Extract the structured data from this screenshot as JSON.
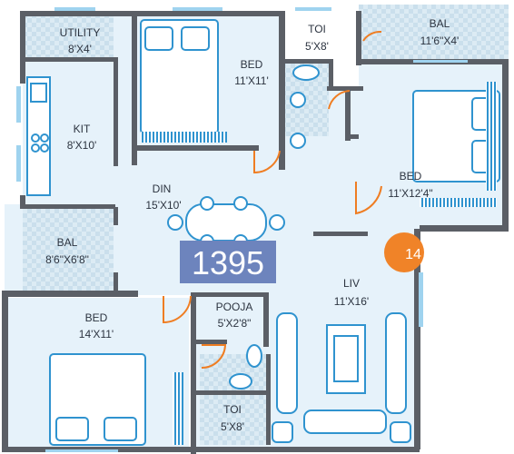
{
  "colors": {
    "wall": "#5b5f66",
    "floor": "#e6f2fa",
    "balcony": "#dbe9f2",
    "door_swing": "#ef7d22",
    "furniture": "#2f93cf",
    "unit_badge": "#6d84bd",
    "unit_badge_text": "#ffffff",
    "marker": "#f08328"
  },
  "plan": {
    "unit_area": "1395",
    "marker_number": "14",
    "rooms": {
      "utility": {
        "name": "UTILITY",
        "size": "8'X4'"
      },
      "bed1": {
        "name": "BED",
        "size": "11'X11'"
      },
      "toi_top": {
        "name": "TOI",
        "size": "5'X8'"
      },
      "bal_top": {
        "name": "BAL",
        "size": "11'6\"X4'"
      },
      "kit": {
        "name": "KIT",
        "size": "8'X10'"
      },
      "bed2": {
        "name": "BED",
        "size": "11'X12'4\""
      },
      "din": {
        "name": "DIN",
        "size": "15'X10'"
      },
      "bal_left": {
        "name": "BAL",
        "size": "8'6\"X6'8\""
      },
      "liv": {
        "name": "LIV",
        "size": "11'X16'"
      },
      "bed3": {
        "name": "BED",
        "size": "14'X11'"
      },
      "pooja": {
        "name": "POOJA",
        "size": "5'X2'8\""
      },
      "toi_bottom": {
        "name": "TOI",
        "size": "5'X8'"
      }
    }
  }
}
